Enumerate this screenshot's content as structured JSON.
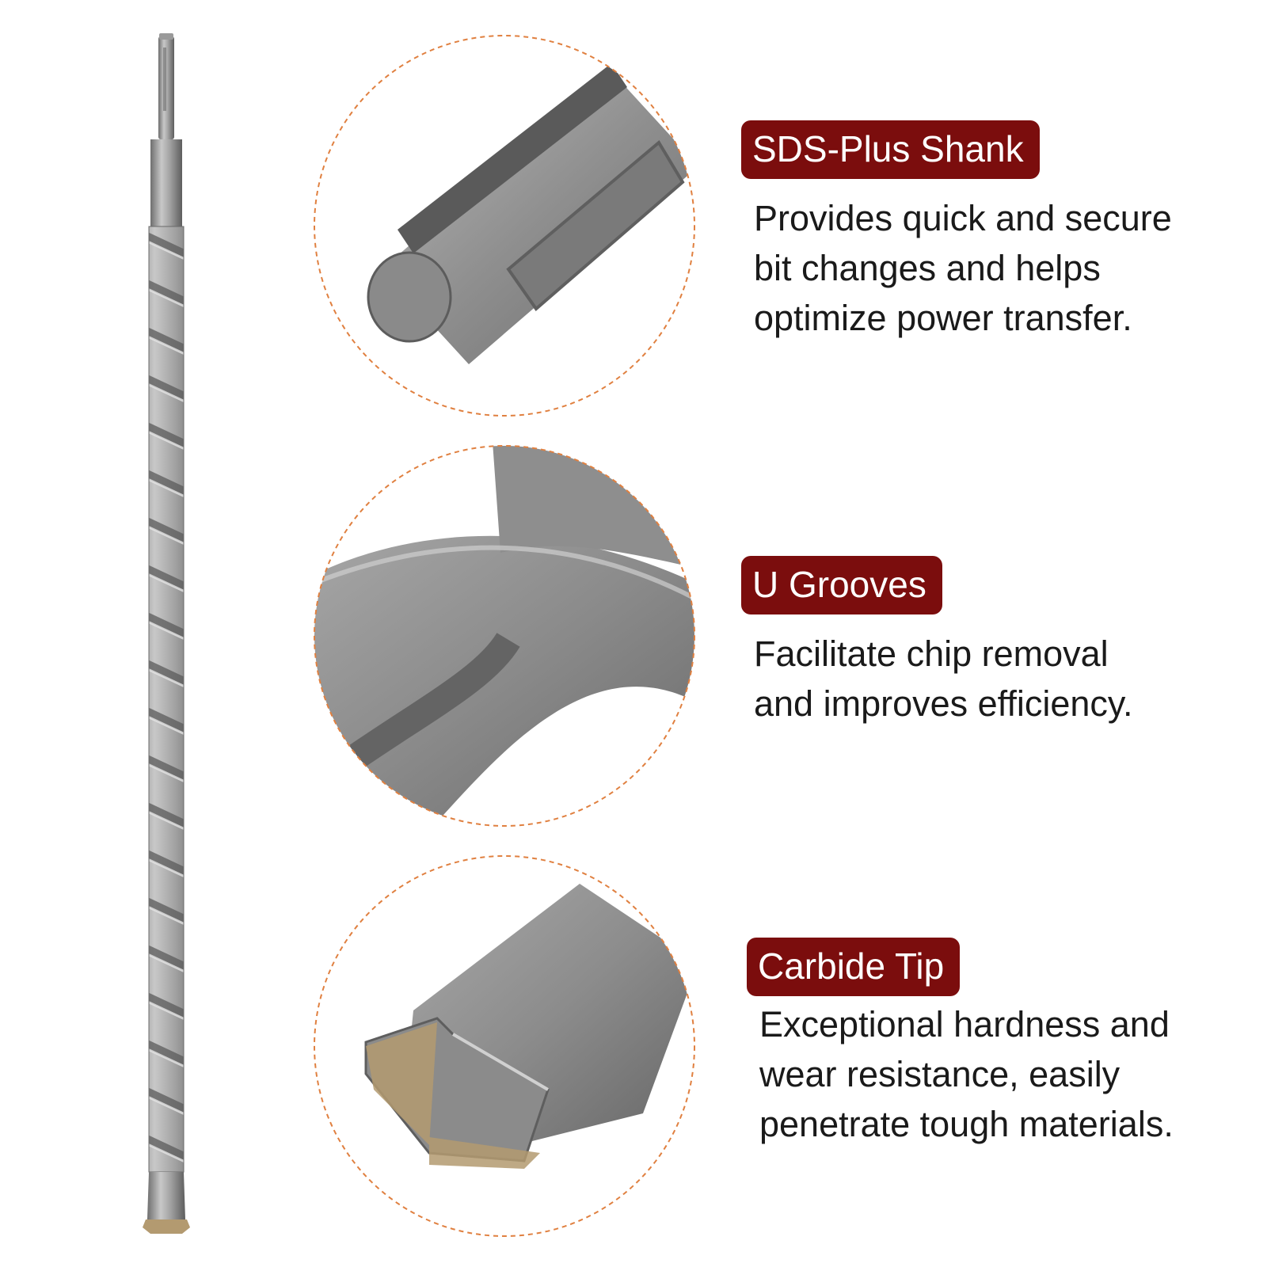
{
  "features": {
    "shank": {
      "title": "SDS-Plus Shank",
      "lines": [
        "Provides quick and secure",
        "bit changes and helps",
        "optimize power transfer."
      ]
    },
    "grooves": {
      "title": "U Grooves",
      "lines": [
        "Facilitate chip removal",
        "and improves efficiency."
      ]
    },
    "tip": {
      "title": "Carbide Tip",
      "lines": [
        "Exceptional hardness and",
        "wear resistance, easily",
        "penetrate tough materials."
      ]
    }
  },
  "colors": {
    "badge_background": "#7b0d0d",
    "badge_text": "#ffffff",
    "circle_border": "#e08040",
    "body_text": "#1a1a1a",
    "steel": "#8c8c8c",
    "carbide": "#b39a70"
  },
  "icons": {
    "drill": "drill-bit-icon"
  }
}
